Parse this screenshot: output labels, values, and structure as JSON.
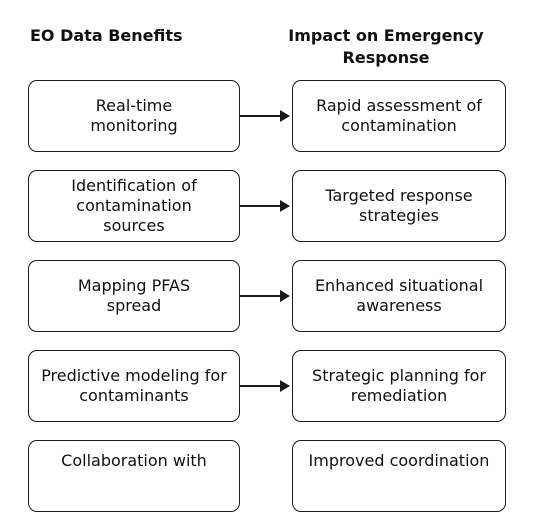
{
  "headings": {
    "left": "EO Data Benefits",
    "right": "Impact on Emergency Response"
  },
  "rows": [
    {
      "benefit": "Real-time monitoring",
      "impact": "Rapid assessment of contamination"
    },
    {
      "benefit": "Identification of contamination sources",
      "impact": "Targeted response strategies"
    },
    {
      "benefit": "Mapping PFAS spread",
      "impact": "Enhanced situational awareness"
    },
    {
      "benefit": "Predictive modeling for contaminants",
      "impact": "Strategic planning for remediation"
    },
    {
      "benefit": "Collaboration with",
      "impact": "Improved coordination"
    }
  ],
  "colors": {
    "stroke": "#1a1a1a",
    "text": "#111111",
    "background": "#ffffff"
  }
}
